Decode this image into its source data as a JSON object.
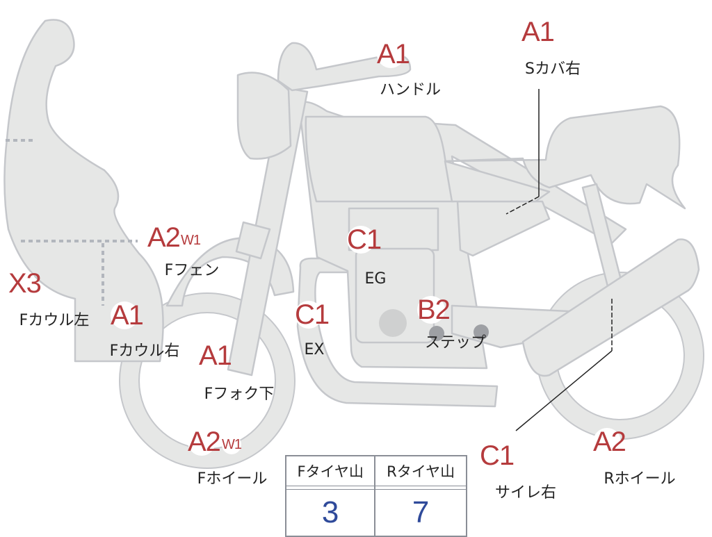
{
  "markers": [
    {
      "id": "handle",
      "grade": "A1",
      "label": "ハンドル"
    },
    {
      "id": "side-cover-right",
      "grade": "A1",
      "label": "Sカバ右"
    },
    {
      "id": "front-fender",
      "grade": "A2",
      "sub": "W1",
      "label": "Fフェン"
    },
    {
      "id": "engine",
      "grade": "C1",
      "label": "EG"
    },
    {
      "id": "front-cowl-left",
      "grade": "X3",
      "label": "Fカウル左"
    },
    {
      "id": "front-cowl-right",
      "grade": "A1",
      "label": "Fカウル右"
    },
    {
      "id": "exhaust",
      "grade": "C1",
      "label": "EX"
    },
    {
      "id": "step",
      "grade": "B2",
      "label": "ステップ"
    },
    {
      "id": "front-fork-lower",
      "grade": "A1",
      "label": "Fフォク下"
    },
    {
      "id": "front-wheel",
      "grade": "A2",
      "sub": "W1",
      "label": "Fホイール"
    },
    {
      "id": "silencer-right",
      "grade": "C1",
      "label": "サイレ右"
    },
    {
      "id": "rear-wheel",
      "grade": "A2",
      "label": "Rホイール"
    }
  ],
  "tread_table": {
    "headers": [
      "Fタイヤ山",
      "Rタイヤ山"
    ],
    "values": [
      "3",
      "7"
    ]
  },
  "colors": {
    "part_fill": "#e6e7e6",
    "part_stroke": "#c5c7cb",
    "grade_text": "#b53b3d",
    "label_text": "#222222",
    "value_text": "#2f4a9a",
    "dotted_line": "#b2b6bd"
  }
}
